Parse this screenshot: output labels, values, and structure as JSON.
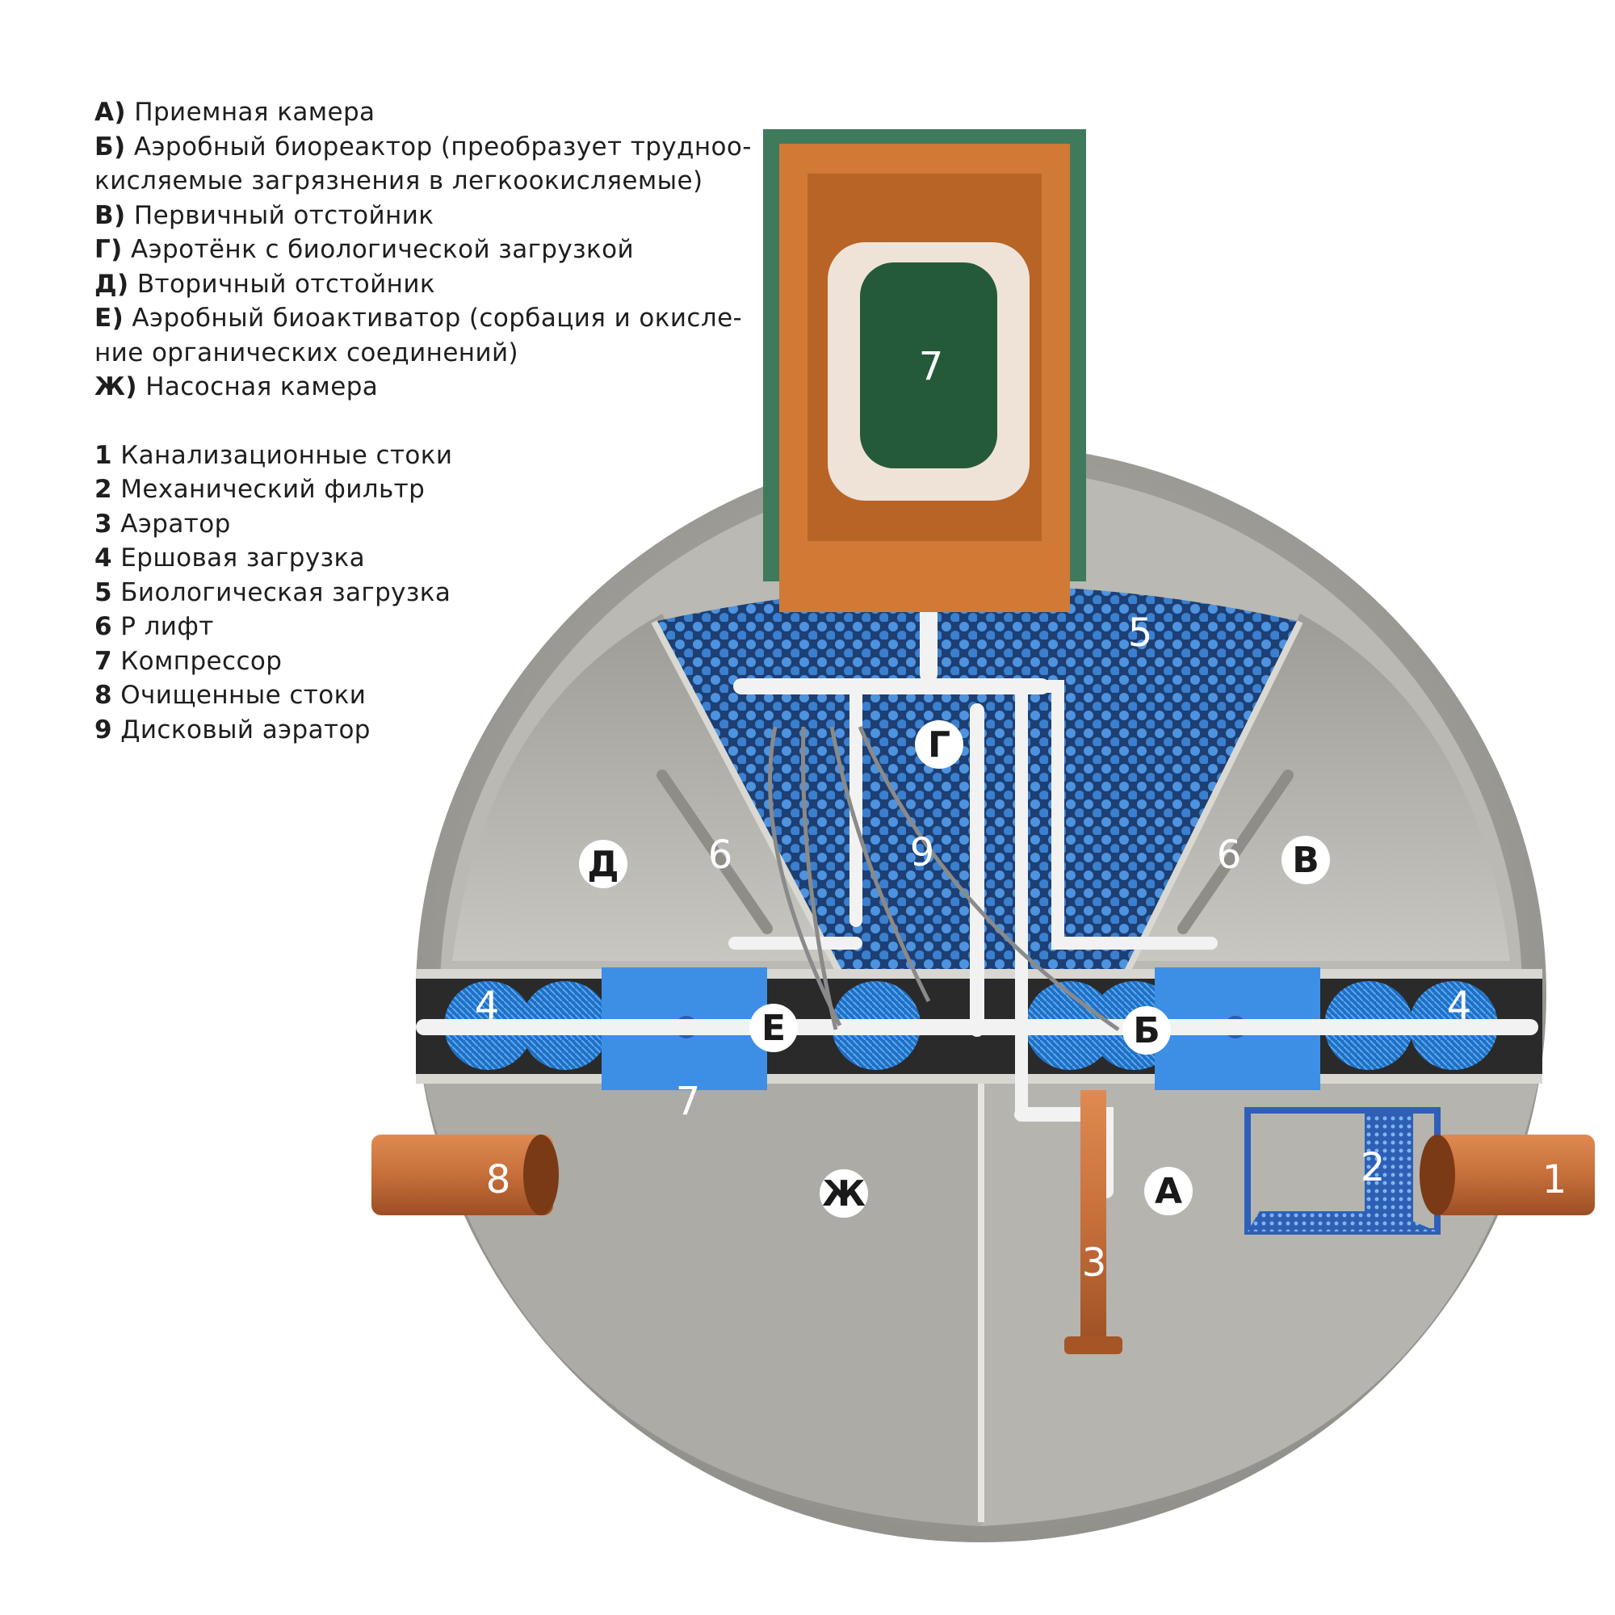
{
  "legend": {
    "zones": [
      {
        "key": "А)",
        "text": "Приемная камера"
      },
      {
        "key": "Б)",
        "text": "Аэробный биореактор (преобразует трудноо-"
      },
      {
        "key": "",
        "text": "кисляемые загрязнения в легкоокисляемые)"
      },
      {
        "key": "В)",
        "text": "Первичный отстойник"
      },
      {
        "key": "Г)",
        "text": "Аэротёнк с биологической загрузкой"
      },
      {
        "key": "Д)",
        "text": "Вторичный отстойник"
      },
      {
        "key": "Е)",
        "text": "Аэробный биоактиватор (сорбация и окисле-"
      },
      {
        "key": "",
        "text": "ние органических соединений)"
      },
      {
        "key": "Ж)",
        "text": "Насосная камера"
      }
    ],
    "components": [
      {
        "key": "1",
        "text": "Канализационные стоки"
      },
      {
        "key": "2",
        "text": "Механический фильтр"
      },
      {
        "key": "3",
        "text": "Аэратор"
      },
      {
        "key": "4",
        "text": "Ершовая загрузка"
      },
      {
        "key": "5",
        "text": "Биологическая загрузка"
      },
      {
        "key": "6",
        "text": "Р лифт"
      },
      {
        "key": "7",
        "text": "Компрессор"
      },
      {
        "key": "8",
        "text": "Очищенные стоки"
      },
      {
        "key": "9",
        "text": "Дисковый аэратор"
      }
    ]
  },
  "diagram": {
    "zone_labels": {
      "a": "А",
      "b": "Б",
      "v": "В",
      "g": "Г",
      "d": "Д",
      "e": "Е",
      "zh": "Ж"
    },
    "number_labels": {
      "compressor_top": "7",
      "bio_load": "5",
      "disk_aerator": "9",
      "p_lift_left": "6",
      "p_lift_right": "6",
      "brush_left": "4",
      "brush_right": "4",
      "compressor_bottom": "7",
      "outlet": "8",
      "filter": "2",
      "inlet": "1",
      "aerator": "3"
    },
    "colors": {
      "tank": "#b0afa9",
      "tank_rim": "#cfcec8",
      "bio_blue": "#2f6fc2",
      "pipe_orange": "#c66f3a",
      "compressor_box_green": "#3f7a5c",
      "compressor_green": "#245a3a",
      "activator_blue": "#3d8fe6"
    }
  }
}
